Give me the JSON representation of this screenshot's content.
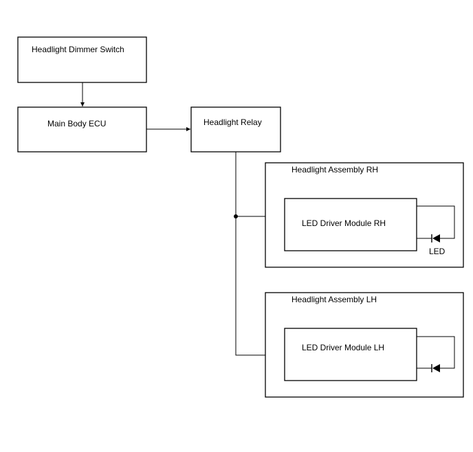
{
  "blocks": {
    "dimmer_switch": "Headlight Dimmer Switch",
    "main_body_ecu": "Main Body ECU",
    "headlight_relay": "Headlight Relay",
    "assembly_rh": "Headlight Assembly RH",
    "driver_module_rh": "LED Driver Module RH",
    "led_rh": "LED",
    "assembly_lh": "Headlight Assembly LH",
    "driver_module_lh": "LED Driver Module LH"
  },
  "colors": {
    "line": "#000000",
    "background": "#ffffff"
  }
}
